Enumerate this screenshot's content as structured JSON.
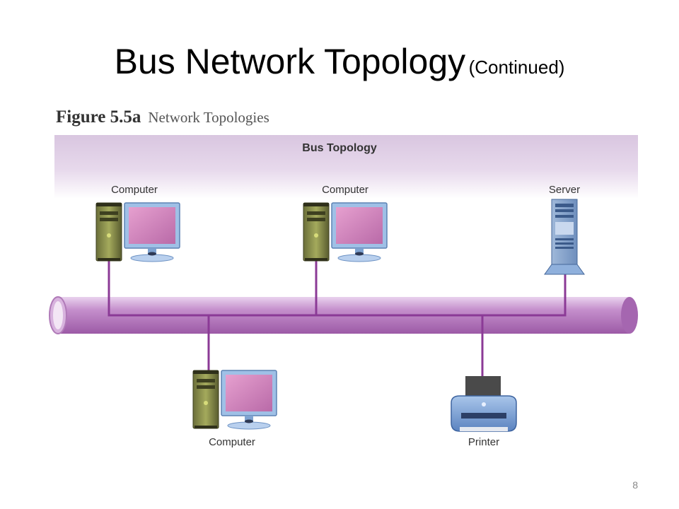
{
  "slide": {
    "title": "Bus Network Topology",
    "title_suffix": "(Continued)",
    "page_number": "8"
  },
  "figure": {
    "number": "Figure 5.5a",
    "name": "Network Topologies",
    "diagram_title": "Bus Topology"
  },
  "nodes": {
    "computer_1": "Computer",
    "computer_2": "Computer",
    "server": "Server",
    "computer_3": "Computer",
    "printer": "Printer"
  },
  "colors": {
    "bus": "#b77cc0",
    "wire": "#8b3a96",
    "band": "#dccbe3"
  }
}
